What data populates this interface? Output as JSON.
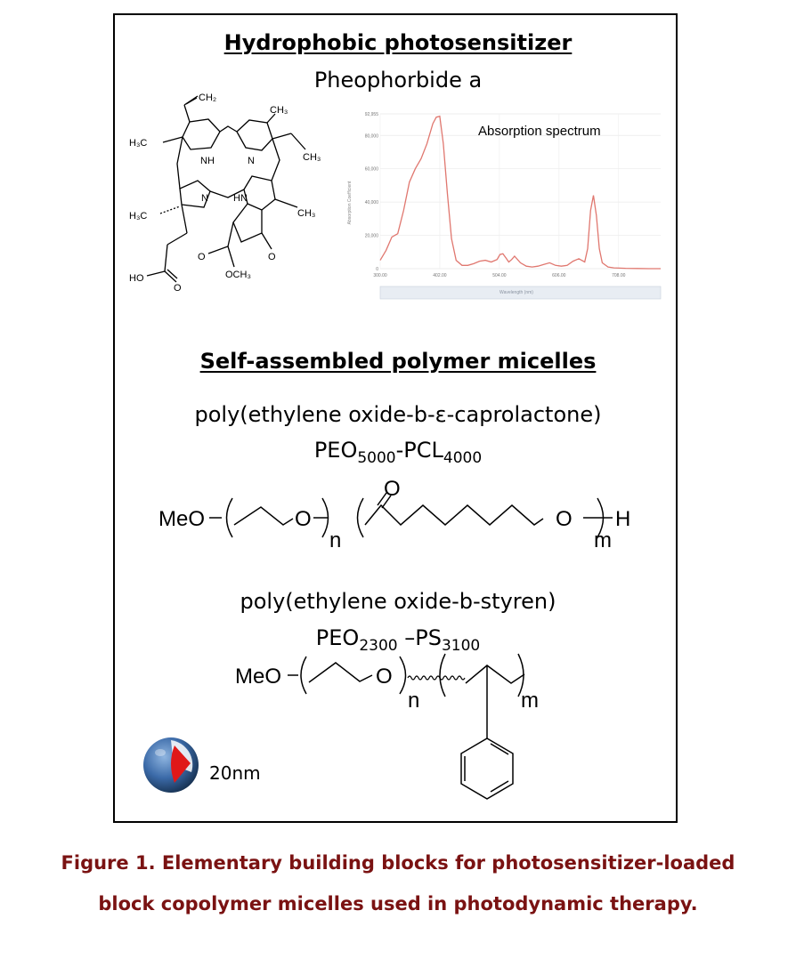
{
  "panel": {
    "heading1": "Hydrophobic photosensitizer",
    "compound_name": "Pheophorbide a",
    "heading2": "Self-assembled polymer micelles",
    "polymer1": {
      "name": "poly(ethylene oxide-b-ε-caprolactone)",
      "f1": "PEO",
      "s1": "5000",
      "f2": "-PCL",
      "s2": "4000"
    },
    "polymer2": {
      "name": "poly(ethylene oxide-b-styren)",
      "f1": "PEO",
      "s1": "2300",
      "f2": " –PS",
      "s2": "3100"
    },
    "scale_label": "20nm"
  },
  "structure_labels": {
    "pheo": {
      "ch2": "CH₂",
      "ch3_top": "CH₃",
      "h3c_left": "H₃C",
      "ch3_right": "CH₃",
      "nh": "NH",
      "n_right": "N",
      "n_left": "N",
      "hn": "HN",
      "h3c_low": "H₃C",
      "ch3_low": "CH₃",
      "o_ring": "O",
      "o_ester": "O",
      "och3": "OCH₃",
      "ho": "HO",
      "o_acid": "O"
    },
    "peo_pcl": {
      "meo": "MeO",
      "o1": "O",
      "n": "n",
      "carbonyl_o": "O",
      "o2": "O",
      "h": "H",
      "m": "m"
    },
    "peo_ps": {
      "meo": "MeO",
      "o1": "O",
      "n": "n",
      "m": "m"
    }
  },
  "chart_data": {
    "type": "line",
    "title": "Absorption spectrum",
    "xlabel": "Wavelength (nm)",
    "ylabel": "Absorption Coefficient",
    "x_ticks": [
      "300.00",
      "402.00",
      "504.00",
      "606.00",
      "708.00"
    ],
    "y_ticks": [
      "0",
      "20,000",
      "40,000",
      "60,000",
      "80,000",
      "92,955"
    ],
    "xlim": [
      300,
      780
    ],
    "ylim": [
      0,
      92955
    ],
    "grid": true,
    "color": "#e0776f",
    "series": [
      {
        "x": [
          300,
          310,
          320,
          330,
          340,
          350,
          360,
          370,
          380,
          390,
          396,
          402,
          408,
          415,
          422,
          430,
          440,
          450,
          460,
          470,
          480,
          490,
          500,
          505,
          510,
          515,
          520,
          525,
          530,
          540,
          550,
          560,
          570,
          580,
          590,
          600,
          610,
          620,
          630,
          640,
          650,
          655,
          660,
          665,
          670,
          675,
          680,
          690,
          700,
          720,
          740,
          760,
          780
        ],
        "y": [
          5000,
          11000,
          19000,
          21000,
          35000,
          52000,
          60000,
          66000,
          75000,
          87000,
          91000,
          91500,
          75000,
          45000,
          18000,
          5000,
          2000,
          2000,
          3000,
          4500,
          5000,
          4000,
          5500,
          8500,
          9000,
          6500,
          4000,
          5500,
          7500,
          3500,
          1500,
          1000,
          1500,
          2500,
          3500,
          2000,
          1500,
          2000,
          4500,
          6000,
          4000,
          12000,
          35000,
          44000,
          32000,
          12000,
          3500,
          1000,
          500,
          200,
          100,
          0,
          0
        ]
      }
    ]
  },
  "colors": {
    "caption": "#7a1212",
    "spectrum": "#e0776f"
  },
  "caption": {
    "line1": "Figure 1. Elementary building blocks for photosensitizer-loaded",
    "line2": "block copolymer micelles used in photodynamic therapy."
  }
}
